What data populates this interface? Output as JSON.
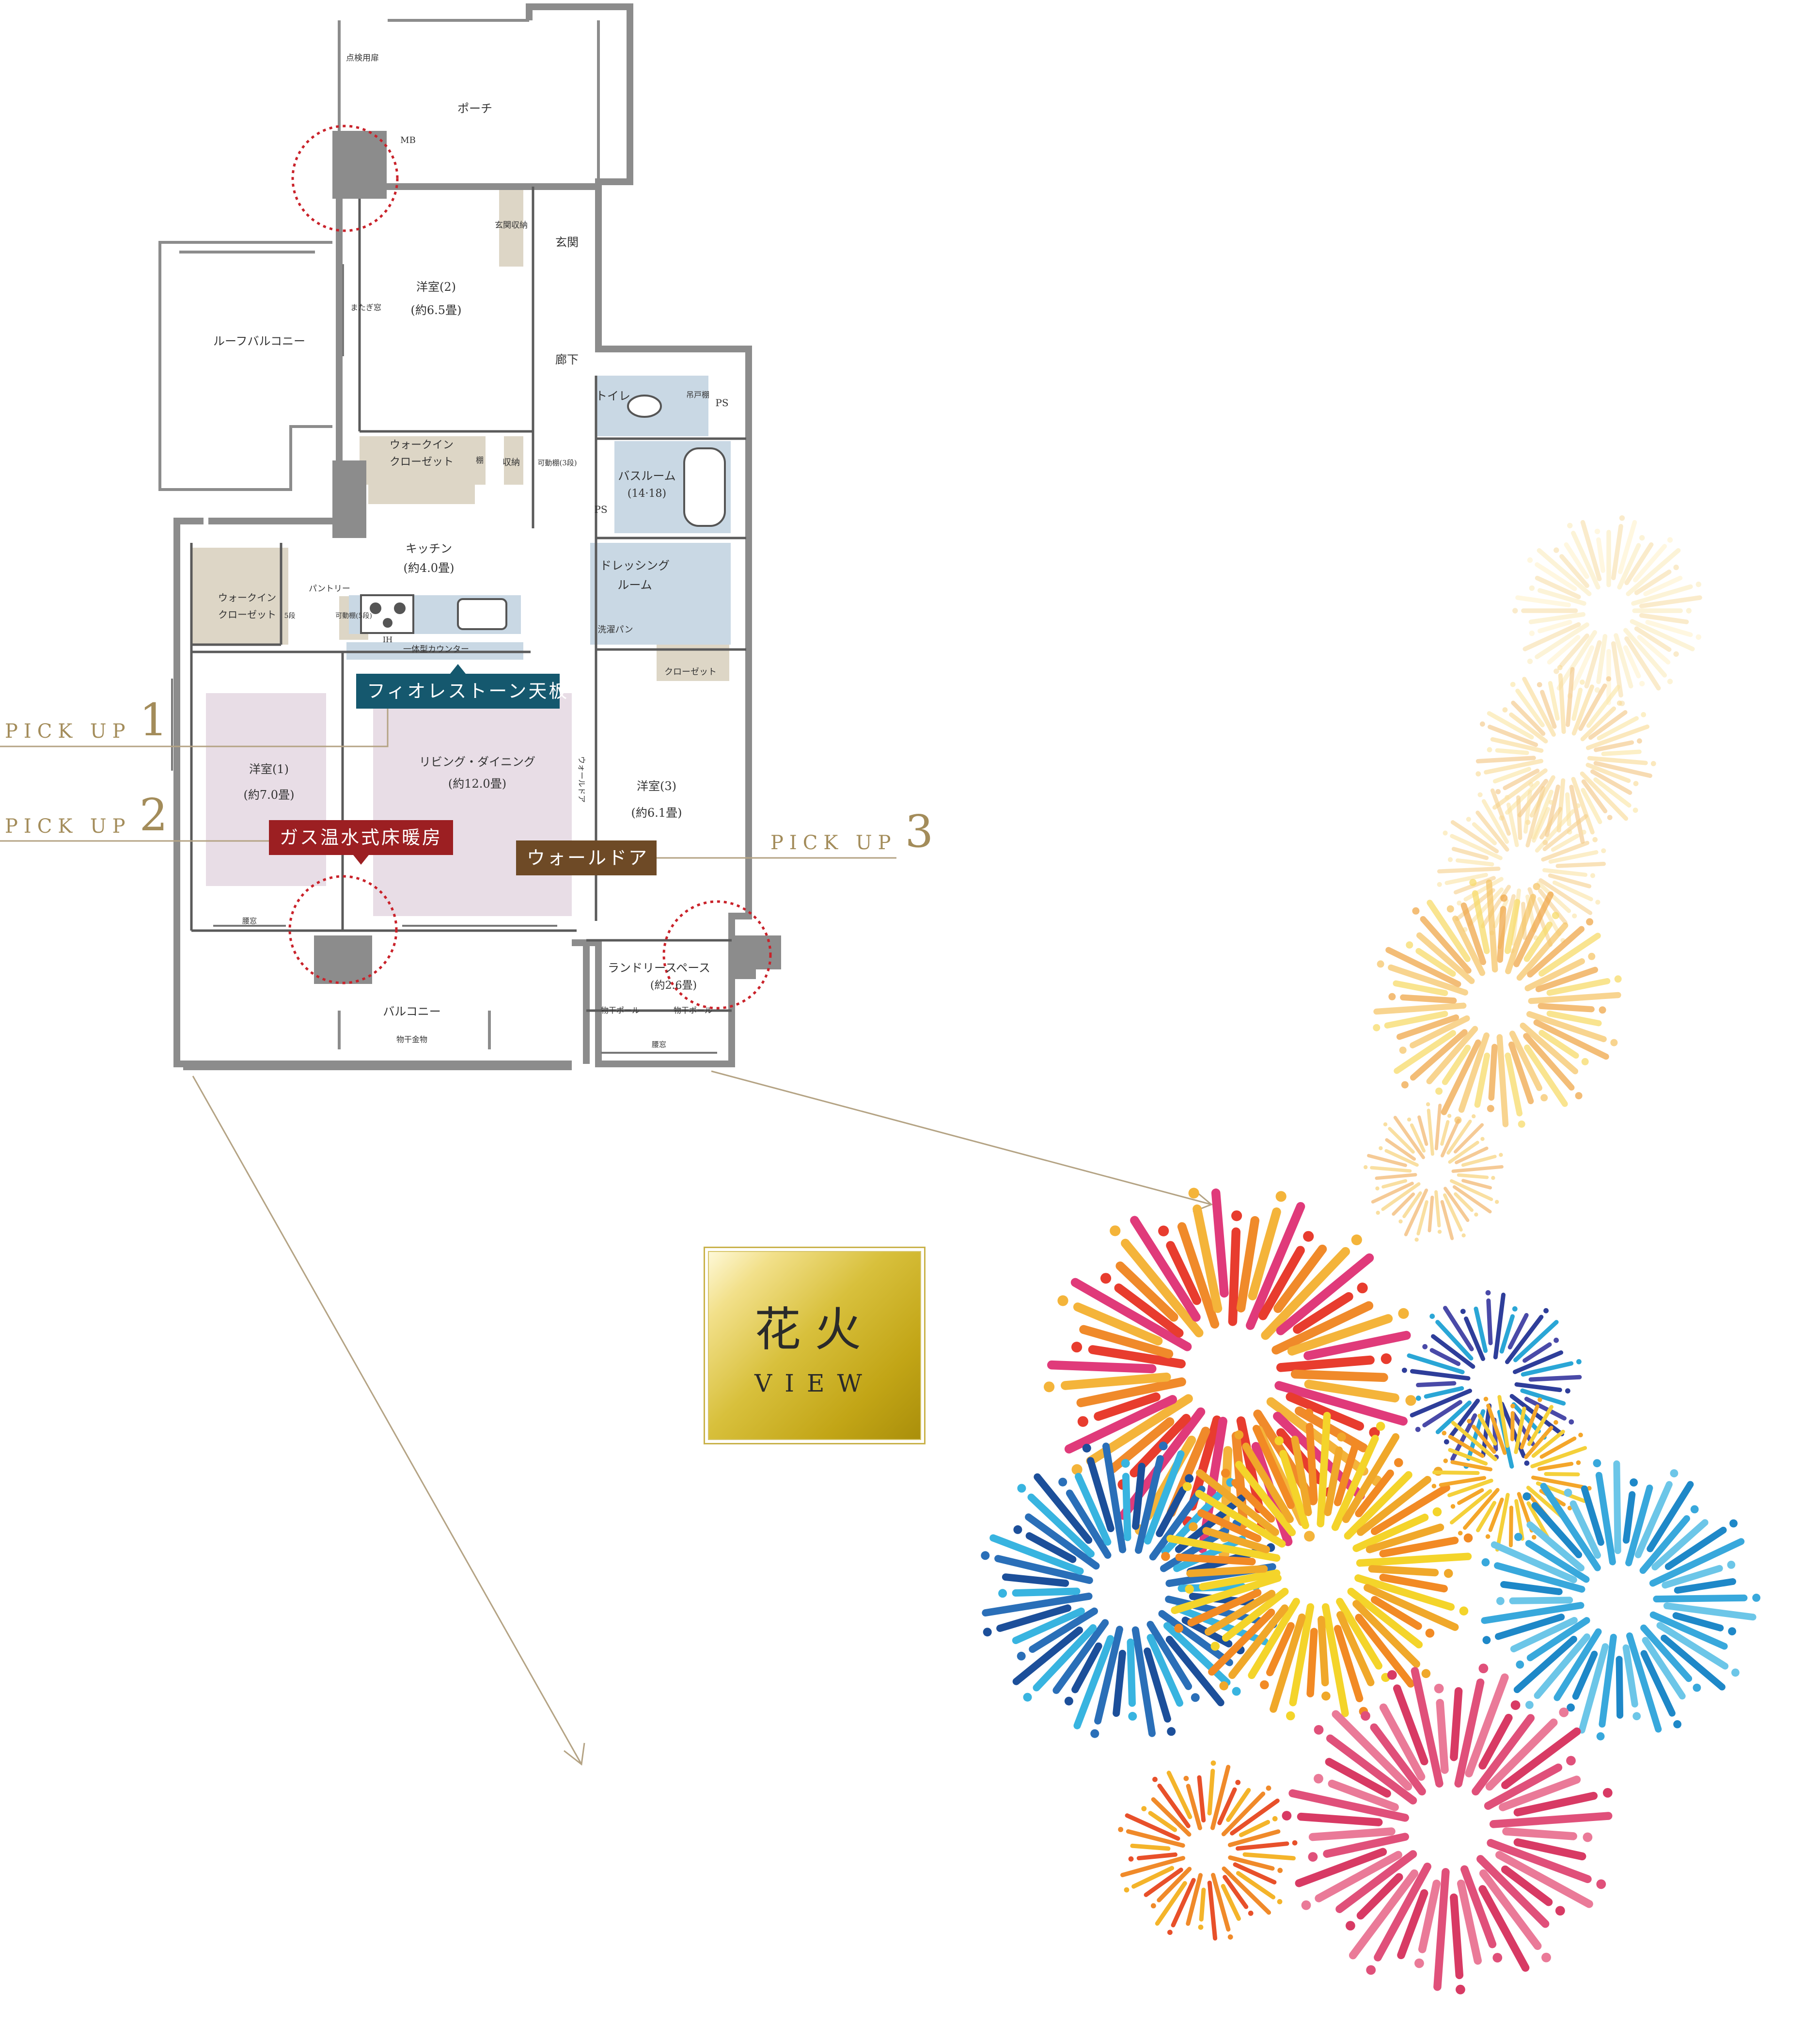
{
  "floorplan": {
    "rooms": {
      "porch": "ポーチ",
      "inspection_door": "点検用扉",
      "mb": "MB",
      "genkan": "玄関",
      "genkan_storage": "玄関収納",
      "western2_name": "洋室(2)",
      "western2_size": "(約6.5畳)",
      "roof_balcony": "ルーフバルコニー",
      "mataguimado": "またぎ窓",
      "corridor": "廊下",
      "toilet": "トイレ",
      "toilet_shelf": "吊戸棚",
      "ps": "PS",
      "wic1_line1": "ウォークイン",
      "wic1_line2": "クローゼット",
      "shelf": "棚",
      "storage": "収納",
      "movable_shelf_3": "可動棚(3段)",
      "bath_name": "バスルーム",
      "bath_size": "(14·18)",
      "kitchen_name": "キッチン",
      "kitchen_size": "(約4.0畳)",
      "pantry": "パントリー",
      "wic2_line1": "ウォークイン",
      "wic2_line2": "クローゼット",
      "movable_shelf_5": "可動棚(5段)",
      "shelf_5": "5段",
      "dressing_line1": "ドレッシング",
      "dressing_line2": "ルーム",
      "wash_pan": "洗濯パン",
      "closet": "クローゼット",
      "counter": "一体型カウンター",
      "western1_name": "洋室(1)",
      "western1_size": "(約7.0畳)",
      "living_name": "リビング・ダイニング",
      "living_size": "(約12.0畳)",
      "western3_name": "洋室(3)",
      "western3_size": "(約6.1畳)",
      "wall_door_vertical": "ウォールドア",
      "laundry_name": "ランドリースペース",
      "laundry_size": "(約2.6畳)",
      "drying_pole": "物干ポール",
      "balcony": "バルコニー",
      "drying_hardware": "物干金物",
      "window": "腰窓",
      "stove_label": "IH"
    }
  },
  "pickups": [
    {
      "text": "PICK UP",
      "num": "1"
    },
    {
      "text": "PICK UP",
      "num": "2"
    },
    {
      "text": "PICK UP",
      "num": "3"
    }
  ],
  "tags": {
    "fiore": "フィオレストーン天板",
    "gas_floor": "ガス温水式床暖房",
    "wall_door": "ウォールドア"
  },
  "tag_colors": {
    "fiore": "#15586e",
    "gas_floor": "#9c1f22",
    "wall_door": "#6e4a26"
  },
  "badge": {
    "title": "花火",
    "subtitle": "VIEW"
  },
  "colors": {
    "wall": "#8c8c8c",
    "storage_fill": "#ddd6c6",
    "water_fill": "#c9d8e4",
    "highlight_fill": "#e8dde6",
    "leader": "#b4a384",
    "view_circle": "#c9222a"
  },
  "fireworks": [
    {
      "name": "pale-gold-top",
      "colors": [
        "#fbeab8",
        "#f7dca2",
        "#fff1c8"
      ]
    },
    {
      "name": "pale-gold-2",
      "colors": [
        "#f9dc9a",
        "#f4c98a",
        "#fbe7a8"
      ]
    },
    {
      "name": "pale-gold-3",
      "colors": [
        "#fbe3a4",
        "#f6d08c"
      ]
    },
    {
      "name": "gold-orange",
      "colors": [
        "#f6c66a",
        "#f0a84a",
        "#f8dc6a"
      ]
    },
    {
      "name": "gold-small",
      "colors": [
        "#f7d27a",
        "#f1b56a"
      ]
    },
    {
      "name": "red-orange-big",
      "colors": [
        "#e83c2e",
        "#f08a2a",
        "#f4b43a",
        "#e03a7a"
      ]
    },
    {
      "name": "blue-purple",
      "colors": [
        "#2e3e9a",
        "#2aa6d6",
        "#4a4aa8"
      ]
    },
    {
      "name": "blue-left",
      "colors": [
        "#2a6fb8",
        "#38b4e0",
        "#1c4f9a"
      ]
    },
    {
      "name": "yellow-center",
      "colors": [
        "#f4d42a",
        "#f0a82a",
        "#f28a24"
      ]
    },
    {
      "name": "orange-mid",
      "colors": [
        "#f4a62a",
        "#f4d03a"
      ]
    },
    {
      "name": "sky-right",
      "colors": [
        "#38a8dc",
        "#6cc6e8",
        "#1e88c8"
      ]
    },
    {
      "name": "pink-bottom",
      "colors": [
        "#e0507a",
        "#ea7a98",
        "#d83a64"
      ]
    },
    {
      "name": "orange-bottom",
      "colors": [
        "#f08a2a",
        "#e8502a",
        "#f4b42a"
      ]
    }
  ]
}
